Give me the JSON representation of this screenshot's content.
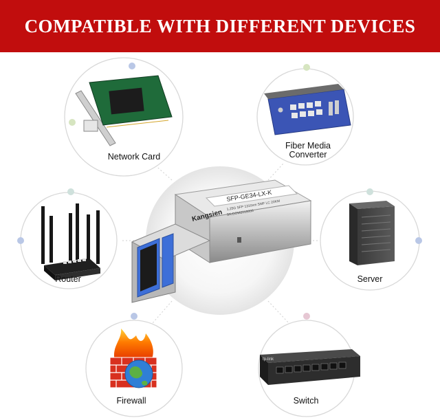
{
  "banner": {
    "title": "COMPATIBLE WITH DIFFERENT DEVICES",
    "color": "#c10d0d"
  },
  "devices": [
    {
      "label": "Network Card",
      "icon": "network-card-icon"
    },
    {
      "label": "Fiber Media\nConverter",
      "label_line1": "Fiber Media",
      "label_line2": "Converter",
      "icon": "media-converter-icon"
    },
    {
      "label": "Router",
      "icon": "router-icon"
    },
    {
      "label": "Server",
      "icon": "server-icon"
    },
    {
      "label": "Firewall",
      "icon": "firewall-icon"
    },
    {
      "label": "Switch",
      "icon": "switch-icon"
    }
  ],
  "module": {
    "model": "SFP-GE34-LX-K",
    "brand": "Kangsien",
    "spec_line": "1.25G SFP 1310nm SMF LC 20KM",
    "serial_line": "SN:DOM2019006"
  },
  "switch_brand": "tp-link"
}
